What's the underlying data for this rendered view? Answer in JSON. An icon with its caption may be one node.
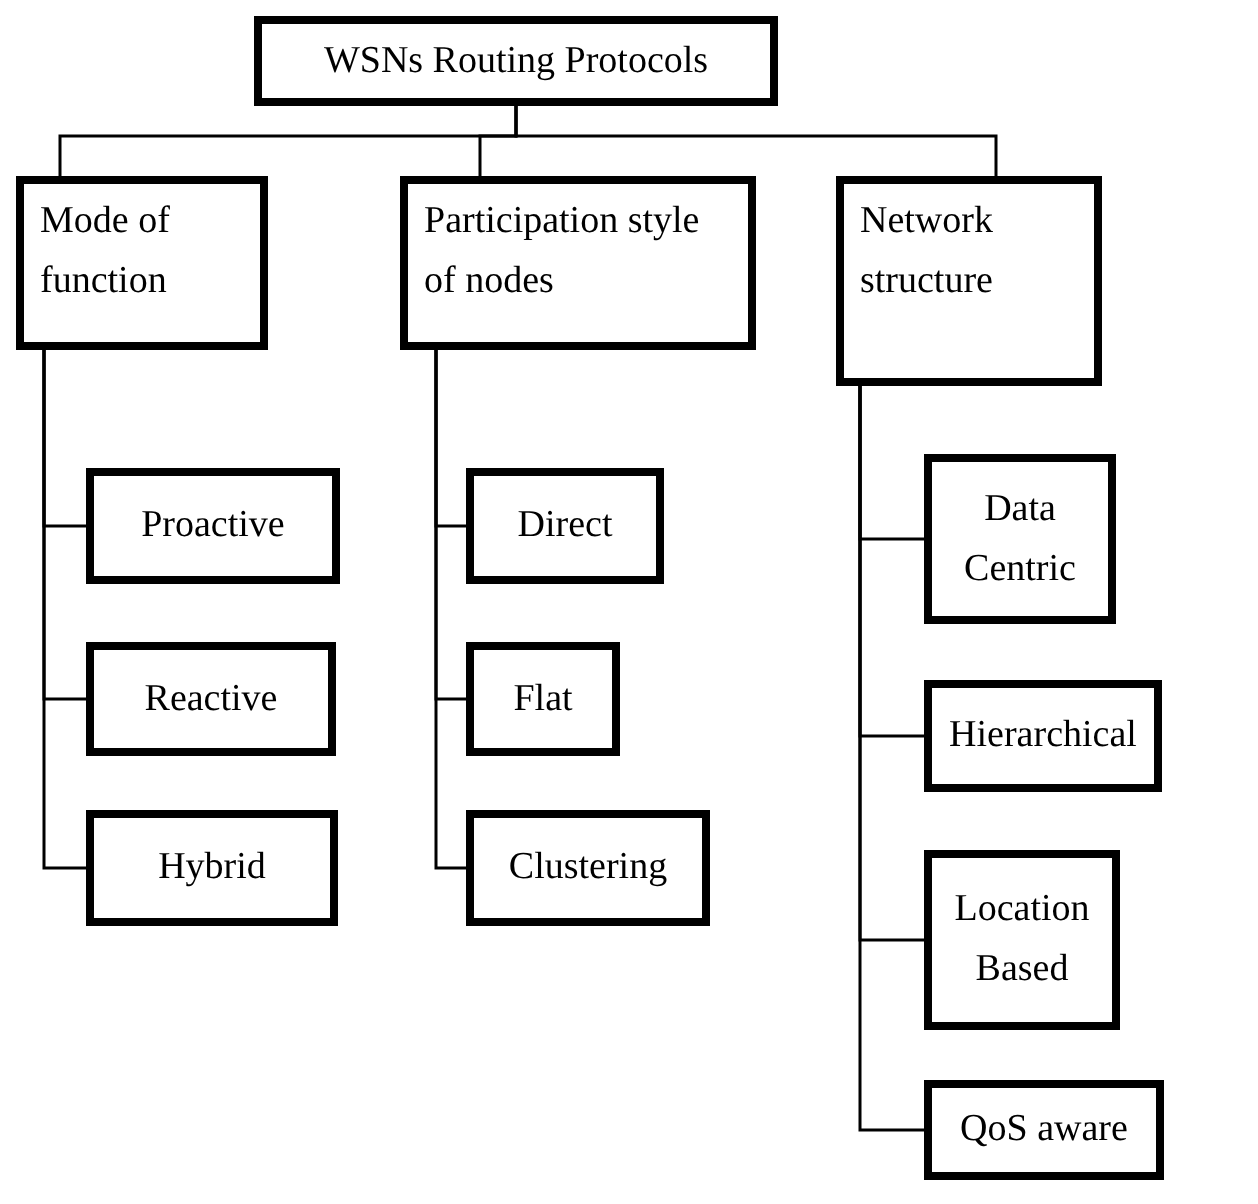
{
  "diagram": {
    "nodes": [
      {
        "text": [
          "WSNs Routing Protocols"
        ]
      },
      {
        "text": [
          "Mode of function"
        ]
      },
      {
        "text": [
          "Participation style of nodes"
        ]
      },
      {
        "text": [
          "Network structure"
        ]
      },
      {
        "text": [
          "Proactive"
        ]
      },
      {
        "text": [
          "Reactive"
        ]
      },
      {
        "text": [
          "Hybrid"
        ]
      },
      {
        "text": [
          "Direct"
        ]
      },
      {
        "text": [
          "Flat"
        ]
      },
      {
        "text": [
          "Clustering"
        ]
      },
      {
        "text": [
          "Data Centric"
        ]
      },
      {
        "text": [
          "Hierarchical"
        ]
      },
      {
        "text": [
          "Location Based"
        ]
      },
      {
        "text": [
          "QoS aware"
        ]
      }
    ],
    "edges": [
      {
        "from": 0,
        "to": 1,
        "arrow": "none"
      },
      {
        "from": 0,
        "to": 2,
        "arrow": "none"
      },
      {
        "from": 0,
        "to": 3,
        "arrow": "none"
      },
      {
        "from": 1,
        "to": 4,
        "arrow": "none"
      },
      {
        "from": 1,
        "to": 5,
        "arrow": "none"
      },
      {
        "from": 1,
        "to": 6,
        "arrow": "none"
      },
      {
        "from": 2,
        "to": 7,
        "arrow": "none"
      },
      {
        "from": 2,
        "to": 8,
        "arrow": "none"
      },
      {
        "from": 2,
        "to": 9,
        "arrow": "none"
      },
      {
        "from": 3,
        "to": 10,
        "arrow": "none"
      },
      {
        "from": 3,
        "to": 11,
        "arrow": "none"
      },
      {
        "from": 3,
        "to": 12,
        "arrow": "none"
      },
      {
        "from": 3,
        "to": 13,
        "arrow": "none"
      }
    ]
  }
}
